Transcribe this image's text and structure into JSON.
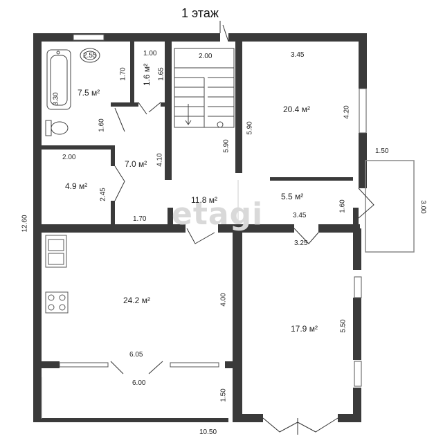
{
  "title": "1 этаж",
  "watermark": "etagi",
  "rooms": {
    "bathroom": "7.5 м²",
    "wc": "1.6 м²",
    "corridor": "7.0 м²",
    "small_room": "4.9 м²",
    "stair_hall": "11.8 м²",
    "room_ne": "20.4 м²",
    "vestibule": "5.5 м²",
    "kitchen_living": "24.2 м²",
    "room_se": "17.9 м²"
  },
  "dims": {
    "bath_width": "2.55",
    "bath_length": "3.30",
    "bath_h": "1.70",
    "bath_door": "1.60",
    "wc_w": "1.00",
    "wc_h": "1.65",
    "stair_w": "2.00",
    "stair_h": "5.90",
    "corridor_h": "4.10",
    "corridor_w": "1.70",
    "small_w": "2.00",
    "small_h": "2.45",
    "ne_w": "3.45",
    "ne_h": "4.20",
    "ne_full_h": "5.90",
    "balcony_w": "1.50",
    "balcony_h": "3.00",
    "vest_w": "3.45",
    "vest_h": "1.60",
    "se_w": "3.25",
    "se_h": "5.50",
    "kitchen_h": "4.00",
    "kitchen_w": "6.05",
    "terrace_w": "6.00",
    "terrace_h": "1.50",
    "total_w": "10.50",
    "total_h": "12.60"
  }
}
